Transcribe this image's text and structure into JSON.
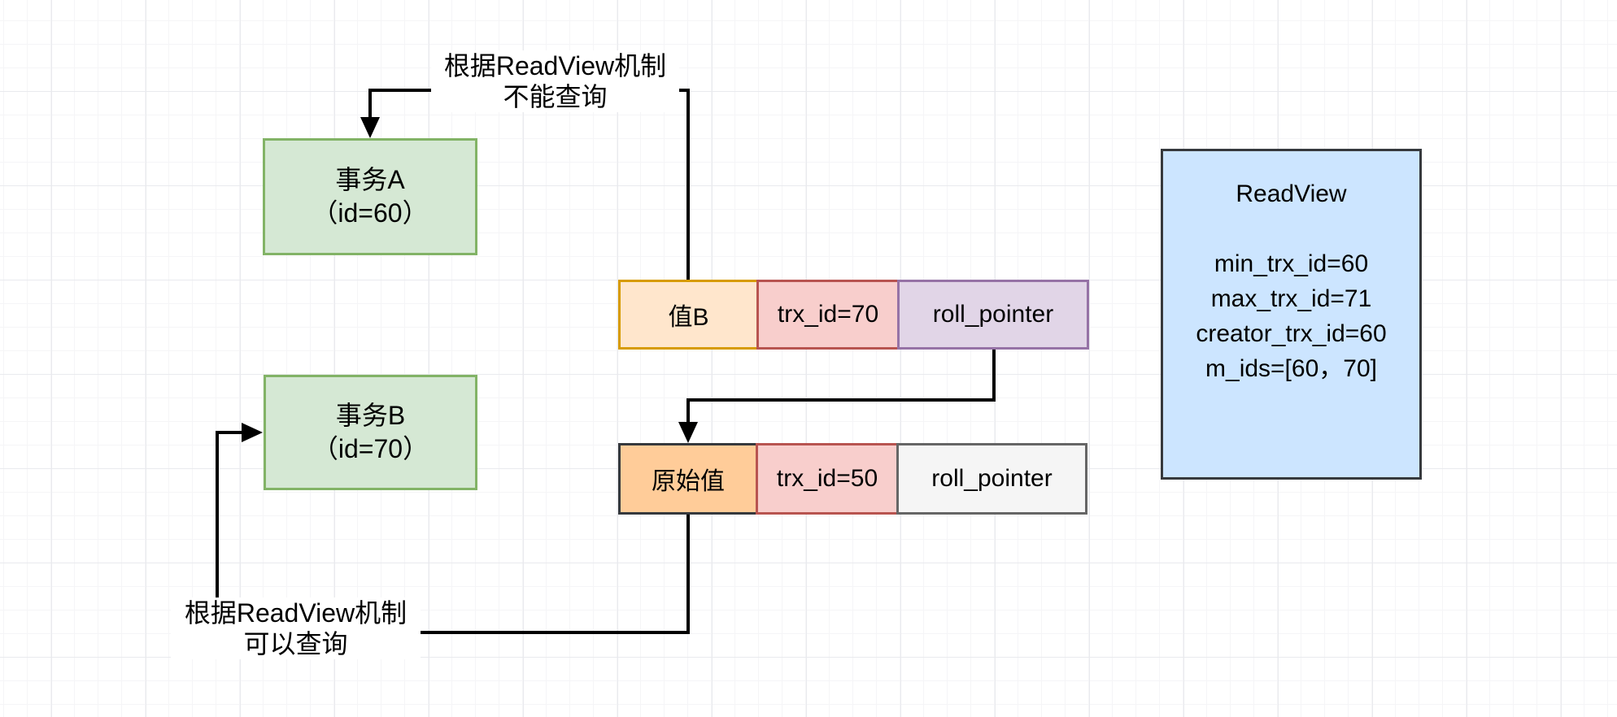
{
  "diagram": {
    "transaction_a": {
      "name": "事务A",
      "id_label": "（id=60）"
    },
    "transaction_b": {
      "name": "事务B",
      "id_label": "（id=70）"
    },
    "read_view": {
      "title": "ReadView",
      "fields": [
        "min_trx_id=60",
        "max_trx_id=71",
        "creator_trx_id=60",
        "m_ids=[60，70]"
      ]
    },
    "version_row": {
      "cells": [
        {
          "label": "值B"
        },
        {
          "label": "trx_id=70"
        },
        {
          "label": "roll_pointer"
        }
      ]
    },
    "undo_row": {
      "cells": [
        {
          "label": "原始值"
        },
        {
          "label": "trx_id=50"
        },
        {
          "label": "roll_pointer"
        }
      ]
    },
    "annotations": {
      "cannot_query": {
        "line1": "根据ReadView机制",
        "line2": "不能查询"
      },
      "can_query": {
        "line1": "根据ReadView机制",
        "line2": "可以查询"
      }
    },
    "colors": {
      "transaction_fill": "#d5e8d4",
      "transaction_border": "#82b366",
      "readview_fill": "#cce5ff",
      "dark_border": "#36393d",
      "value_b_fill": "#ffe6cc",
      "value_b_border": "#d79b00",
      "trx_fill": "#f8cecc",
      "trx_border": "#b85450",
      "roll_pointer_fill": "#e1d5e7",
      "roll_pointer_border": "#9673a6",
      "original_value_fill": "#ffcc99",
      "roll_pointer_undo_fill": "#f5f5f5",
      "roll_pointer_undo_border": "#666666",
      "edge_color": "#000000"
    }
  }
}
